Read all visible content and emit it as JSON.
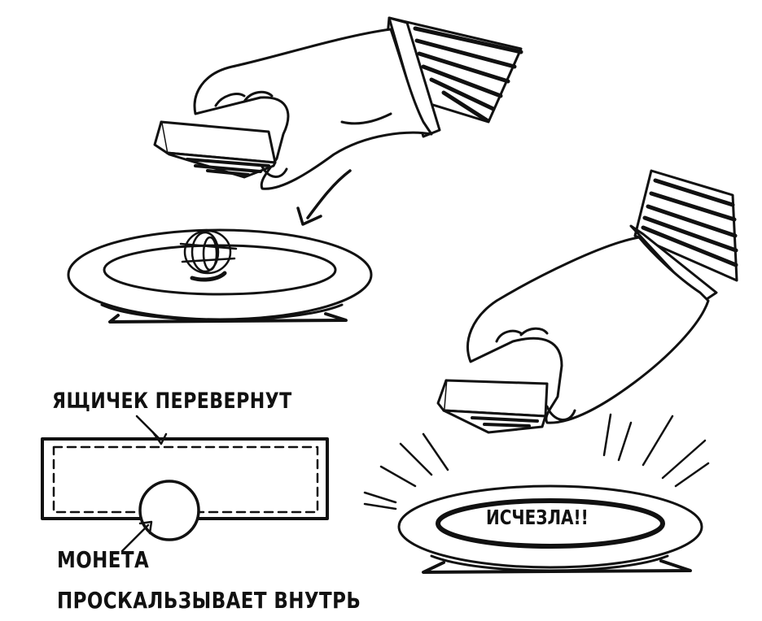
{
  "labels": {
    "box_flipped": "ЯЩИЧЕК ПЕРЕВЕРНУТ",
    "coin": "МОНЕТА",
    "slides_inside": "ПРОСКАЛЬЗЫВАЕТ ВНУТРЬ",
    "vanished": "ИСЧЕЗЛА!!"
  },
  "colors": {
    "ink": "#111111",
    "paper": "#ffffff"
  }
}
